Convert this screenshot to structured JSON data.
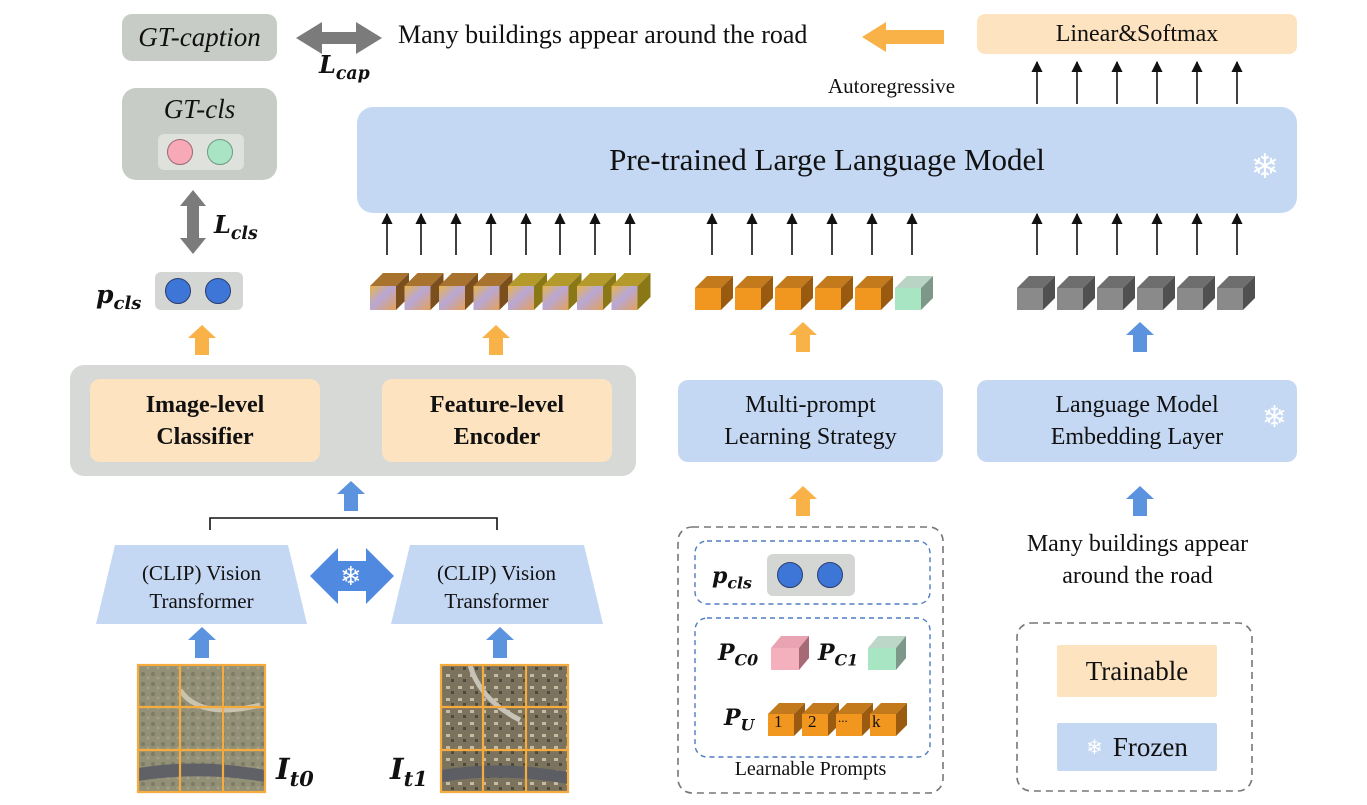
{
  "gt_caption_label": "GT-caption",
  "caption_text": "Many buildings appear around the road",
  "linear_softmax_label": "Linear&Softmax",
  "l_cap_symbol": "L",
  "l_cap_sub": "cap",
  "autoregressive_label": "Autoregressive",
  "gt_cls_label": "GT-cls",
  "l_cls_symbol": "L",
  "l_cls_sub": "cls",
  "llm_label": "Pre-trained Large Language Model",
  "p_cls_symbol": "p",
  "p_cls_sub": "cls",
  "image_classifier_label": "Image-level Classifier",
  "feature_encoder_label": "Feature-level Encoder",
  "multi_prompt_label": "Multi-prompt Learning Strategy",
  "embedding_layer_label": "Language Model Embedding Layer",
  "vision_transformer_label": "(CLIP) Vision Transformer",
  "input_caption": "Many buildings appear around the road",
  "prompts": {
    "p_c0_symbol": "P",
    "p_c0_sub": "C0",
    "p_c1_symbol": "P",
    "p_c1_sub": "C1",
    "p_u_symbol": "P",
    "p_u_sub": "U",
    "token_labels": [
      "1",
      "2",
      "...",
      "k"
    ],
    "caption": "Learnable Prompts"
  },
  "image_t0_symbol": "I",
  "image_t0_sub": "t0",
  "image_t1_symbol": "I",
  "image_t1_sub": "t1",
  "legend": {
    "trainable_label": "Trainable",
    "frozen_label": "Frozen"
  },
  "colors": {
    "frozen_blue": "#c5d8f3",
    "trainable_orange": "#fde3bf",
    "gray_box": "#d7d9d6",
    "arrow_blue": "#5b93df",
    "arrow_orange": "#f9b248",
    "arrow_gray": "#7b7b7b",
    "class_red": "#f7a9b8",
    "class_green": "#a9e4c5",
    "pred_blue": "#3d76d6"
  },
  "icons": [
    "snowflake-icon",
    "double-arrow-icon",
    "up-arrow-icon",
    "left-arrow-icon"
  ]
}
